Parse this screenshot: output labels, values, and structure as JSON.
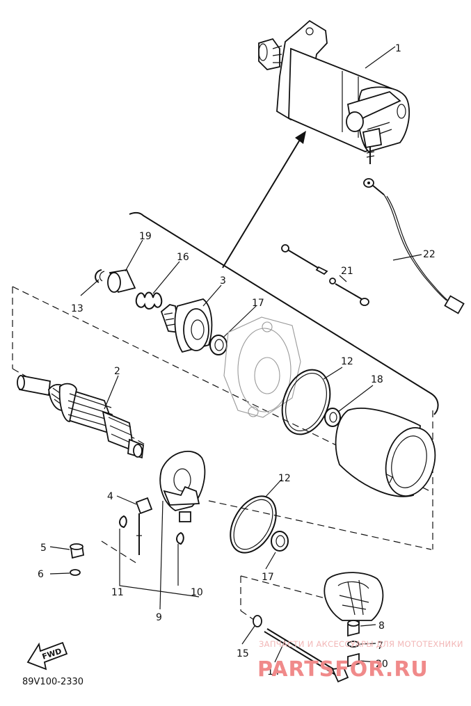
{
  "diagram": {
    "code": "89V100-2330",
    "fwd_label": "FWD",
    "watermark": {
      "line1": "ЗАПЧАСТИ И АКСЕССУАРЫ ДЛЯ МОТОТЕХНИКИ",
      "line2": "PARTSFOR.RU"
    },
    "callouts": [
      "1",
      "2",
      "3",
      "4",
      "5",
      "6",
      "7",
      "8",
      "9",
      "10",
      "11",
      "12",
      "12",
      "13",
      "14",
      "15",
      "16",
      "17",
      "17",
      "18",
      "19",
      "20",
      "21",
      "22"
    ]
  }
}
